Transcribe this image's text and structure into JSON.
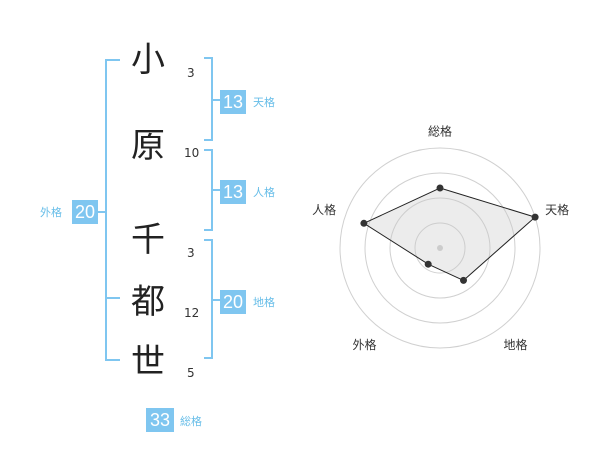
{
  "colors": {
    "accent": "#7fc6f0",
    "label": "#66bde8",
    "text": "#222222",
    "grid": "#cccccc"
  },
  "name": {
    "characters": [
      {
        "char": "小",
        "strokes": "3"
      },
      {
        "char": "原",
        "strokes": "10"
      },
      {
        "char": "千",
        "strokes": "3"
      },
      {
        "char": "都",
        "strokes": "12"
      },
      {
        "char": "世",
        "strokes": "5"
      }
    ]
  },
  "fortune": {
    "tenkaku": {
      "value": "13",
      "label": "天格"
    },
    "jinkaku": {
      "value": "13",
      "label": "人格"
    },
    "chikaku": {
      "value": "20",
      "label": "地格"
    },
    "gaikaku": {
      "value": "20",
      "label": "外格"
    },
    "soukaku": {
      "value": "33",
      "label": "総格"
    }
  },
  "chart_data": {
    "type": "radar",
    "axes": [
      "総格",
      "天格",
      "地格",
      "外格",
      "人格"
    ],
    "max": 5,
    "rings": 4,
    "values": [
      3,
      5,
      2,
      1,
      4
    ]
  }
}
